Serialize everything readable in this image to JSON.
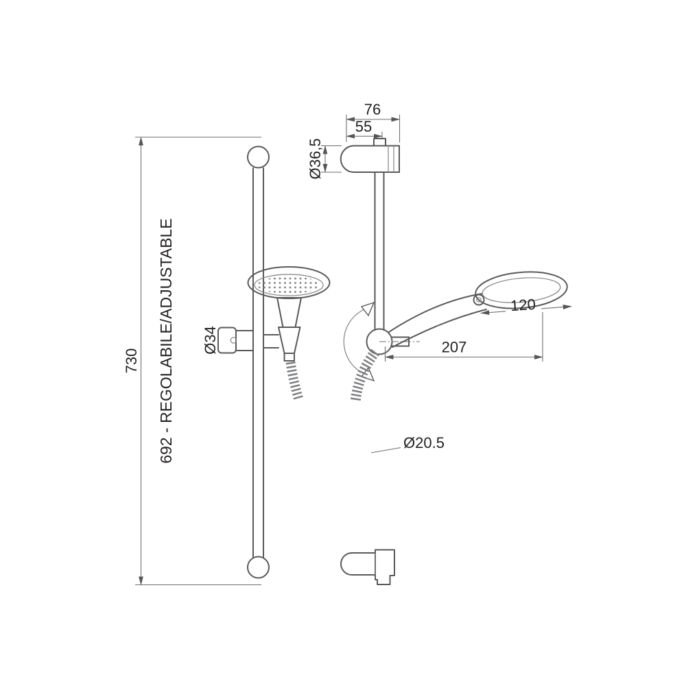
{
  "meta": {
    "background": "#ffffff",
    "line_color": "#58595b",
    "dimension_color": "#6d6e71",
    "text_color": "#231f20"
  },
  "labels": {
    "total_height": "730",
    "adjustable": "692 - REGOLABILE/ADJUSTABLE",
    "slider_diameter": "Ø34",
    "bracket_width": "76",
    "bracket_offset": "55",
    "bracket_diameter": "Ø36,5",
    "head_width": "120",
    "reach": "207",
    "hose_diameter": "Ø20.5"
  }
}
